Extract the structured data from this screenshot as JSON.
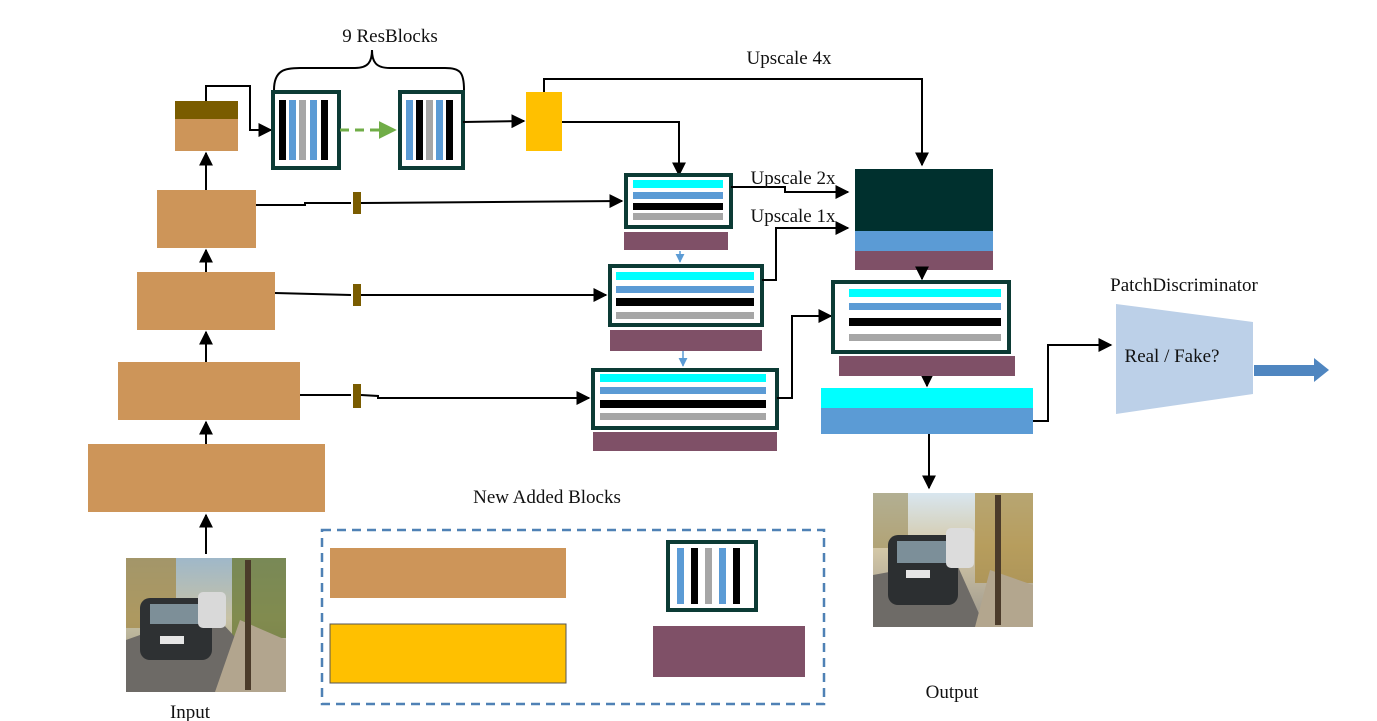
{
  "labels": {
    "resblocks": "9 ResBlocks",
    "upscale_4x": "Upscale 4x",
    "upscale_2x": "Upscale 2x",
    "upscale_1x": "Upscale 1x",
    "patch_discriminator": "PatchDiscriminator",
    "real_fake": "Real / Fake?",
    "new_added_blocks": "New Added Blocks",
    "input": "Input",
    "output": "Output"
  },
  "colors": {
    "encoder_block": "#cd9559",
    "encoder_top": "#7a5c00",
    "resblock_border": "#0c3b35",
    "upsample_block": "#ffc000",
    "fusion_block": "#7f5067",
    "cyan_layer": "#00ffff",
    "blue_layer": "#5b9bd5",
    "dark_block": "#00302e",
    "discriminator": "#bcd0e8",
    "arrow_blue": "#4f86c0",
    "dashed_green": "#70ad47",
    "legend_border": "#4f81b5"
  }
}
